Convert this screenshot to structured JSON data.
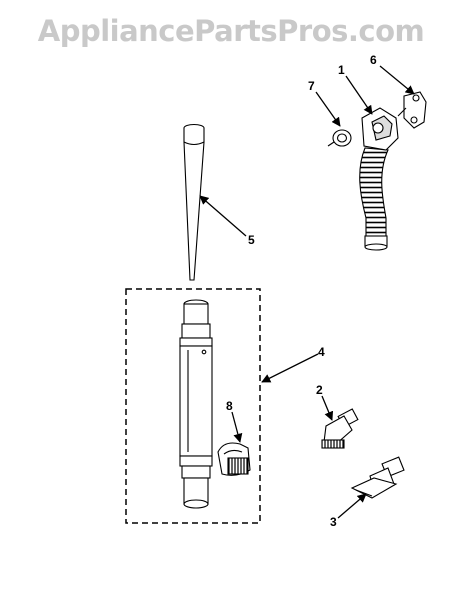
{
  "watermark": "AppliancePartsPros.com",
  "callouts": {
    "hose": "1",
    "dusting_brush": "2",
    "upholstery_tool": "3",
    "extension_wand_kit": "4",
    "crevice_tool": "5",
    "hose_clip": "6",
    "ring": "7",
    "wand_clip": "8"
  }
}
